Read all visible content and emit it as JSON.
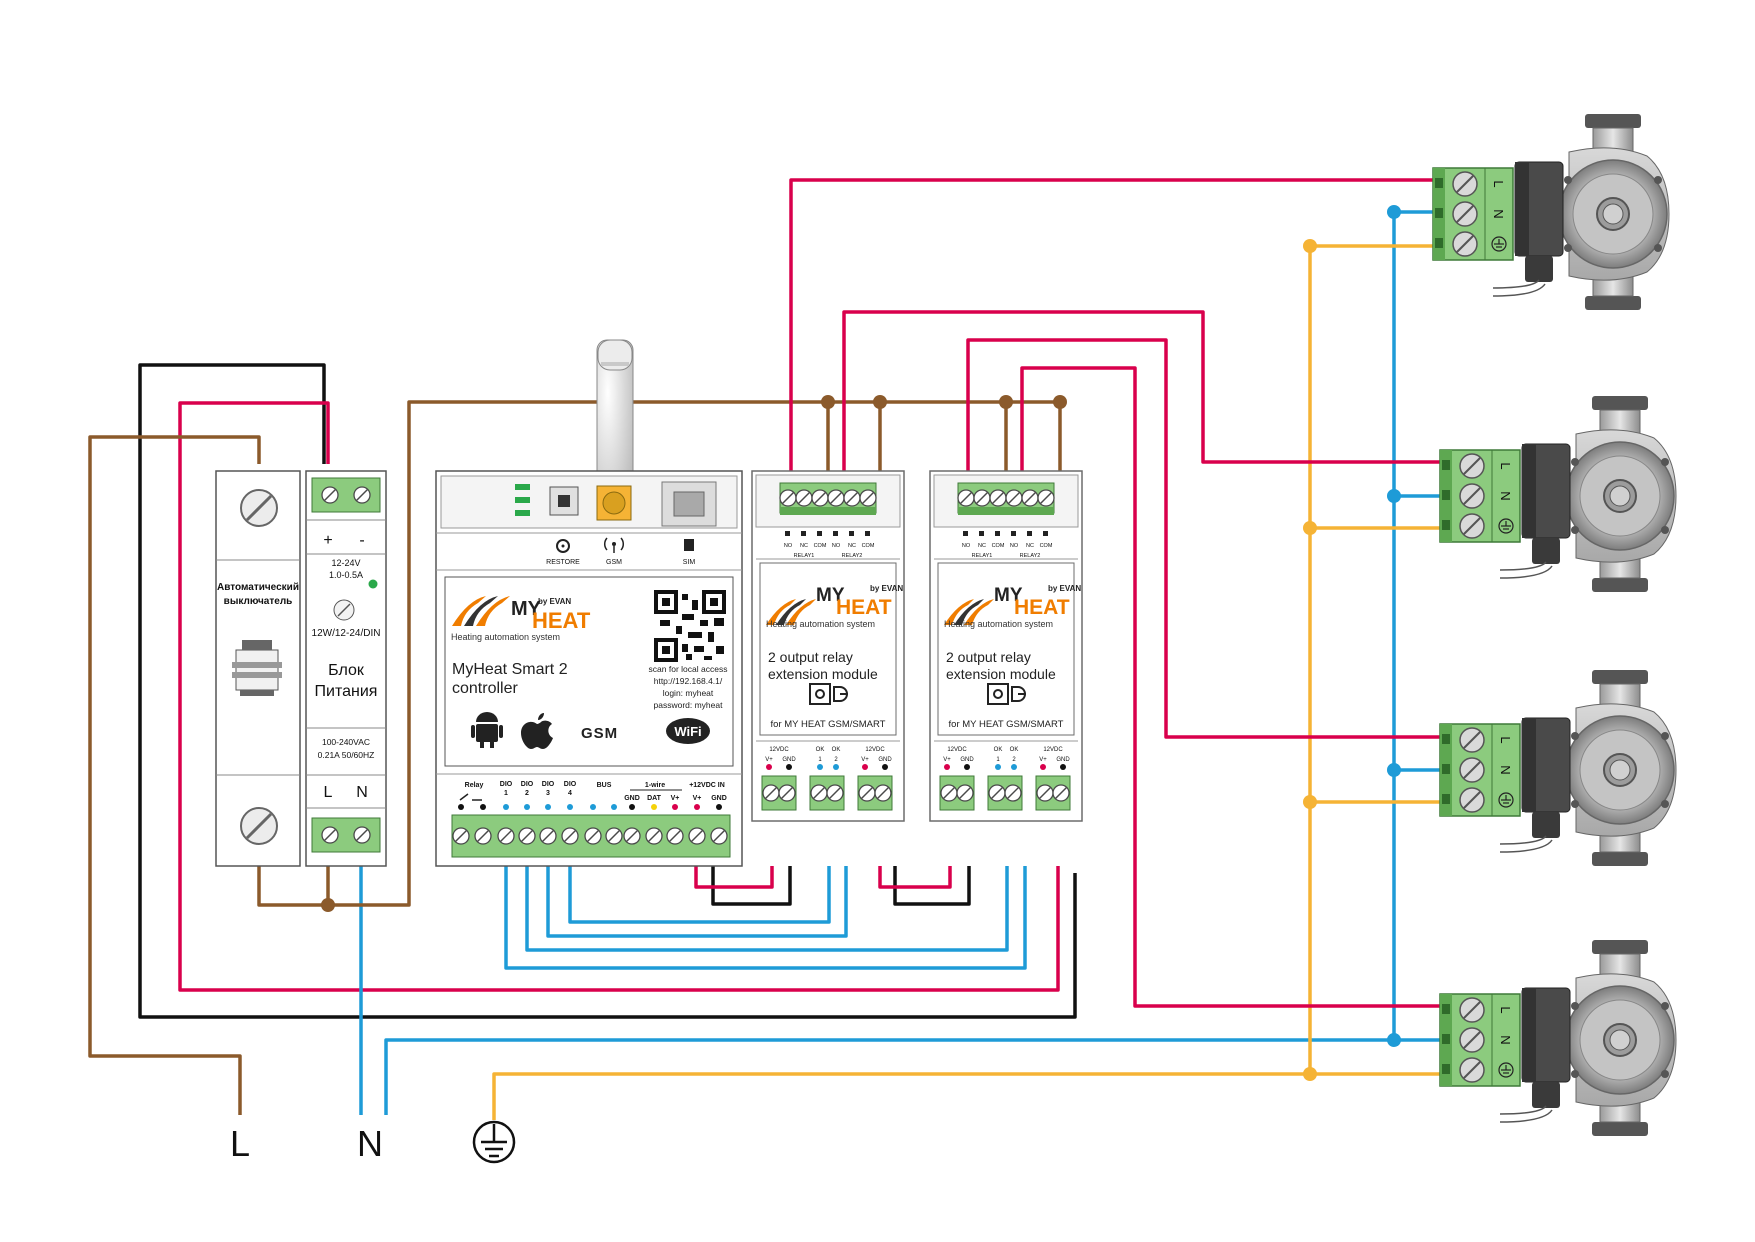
{
  "colors": {
    "phase": "#8B5A2B",
    "neutral": "#1E9BD7",
    "earth": "#F5B335",
    "positive": "#D9004C",
    "negative": "#111111",
    "terminal_green": "#8CCB7E",
    "brand_orange": "#F07D00"
  },
  "breaker": {
    "label_line1": "Автоматический",
    "label_line2": "выключатель"
  },
  "psu": {
    "plus": "+",
    "minus": "-",
    "spec1": "12-24V",
    "spec2": "1.0-0.5A",
    "spec3": "12W/12-24/DIN",
    "name_line1": "Блок",
    "name_line2": "Питания",
    "input1": "100-240VAC",
    "input2": "0.21A 50/60HZ",
    "term_l": "L",
    "term_n": "N"
  },
  "controller": {
    "restore": "RESTORE",
    "gsm": "GSM",
    "sim": "SIM",
    "logo_my": "MY",
    "logo_heat": "HEAT",
    "logo_by": "by EVAN",
    "tagline": "Heating automation system",
    "title_line1": "MyHeat Smart 2",
    "title_line2": "controller",
    "scan1": "scan for local access",
    "scan2": "http://192.168.4.1/",
    "scan3": "login: myheat",
    "scan4": "password: myheat",
    "gsm_logo": "GSM",
    "wifi_logo": "WiFi",
    "pins": {
      "relay": "Relay",
      "dio": "DIO",
      "dio1": "1",
      "dio2": "2",
      "dio3": "3",
      "dio4": "4",
      "bus": "BUS",
      "onewire": "1-wire",
      "gnd": "GND",
      "dat": "DAT",
      "vplus": "V+",
      "vin": "+12VDC IN"
    }
  },
  "relay_module": {
    "no": "NO",
    "nc": "NC",
    "com": "COM",
    "relay1": "RELAY1",
    "relay2": "RELAY2",
    "title_line1": "2 output relay",
    "title_line2": "extension module",
    "footer": "for MY HEAT GSM/SMART",
    "v12dc": "12VDC",
    "ok": "OK",
    "one": "1",
    "two": "2",
    "vplus": "V+",
    "gnd": "GND"
  },
  "pump": {
    "l": "L",
    "n": "N"
  },
  "mains": {
    "l": "L",
    "n": "N"
  }
}
